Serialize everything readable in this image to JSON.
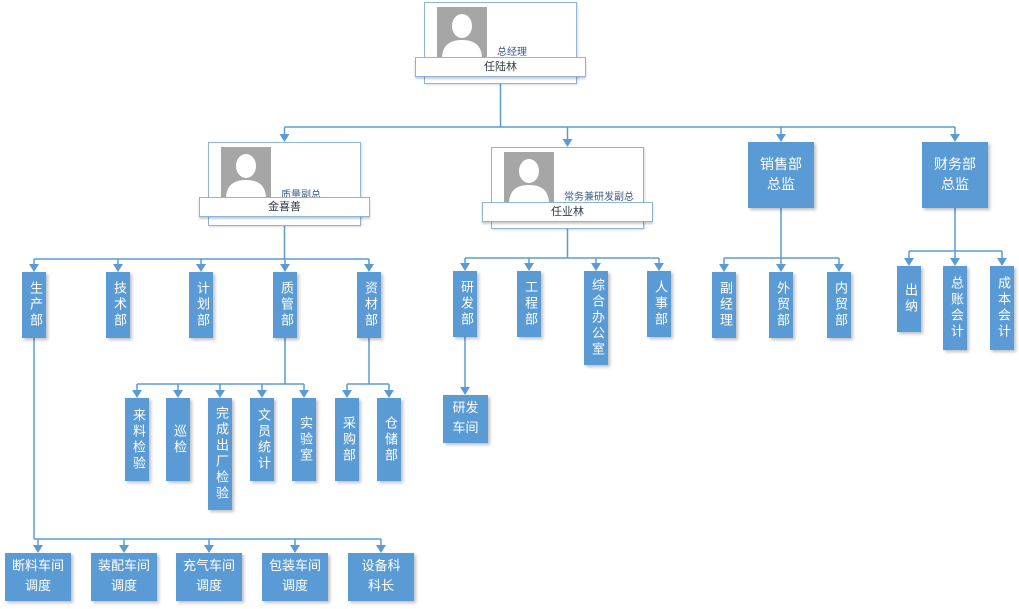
{
  "chart_data": {
    "type": "org-chart",
    "title": "",
    "colors": {
      "box": "#5b9bd5",
      "line": "#5b9bd5",
      "text": "#ffffff",
      "card_border": "#8eb4d8",
      "photo": "#a6a6a6"
    },
    "root": {
      "id": "gm",
      "role": "总经理",
      "name": "任陆林",
      "style": "card",
      "children": [
        {
          "id": "vp-quality",
          "role": "质量副总",
          "name": "金喜善",
          "style": "card",
          "children": [
            {
              "id": "production",
              "label": "生产部",
              "children": [
                {
                  "id": "cutting",
                  "label": "断料车间调度"
                },
                {
                  "id": "assembly",
                  "label": "装配车间调度"
                },
                {
                  "id": "inflation",
                  "label": "充气车间调度"
                },
                {
                  "id": "packaging",
                  "label": "包装车间调度"
                },
                {
                  "id": "equipment",
                  "label": "设备科科长"
                }
              ]
            },
            {
              "id": "tech",
              "label": "技术部"
            },
            {
              "id": "planning",
              "label": "计划部"
            },
            {
              "id": "qc",
              "label": "质管部",
              "children": [
                {
                  "id": "incoming",
                  "label": "来料检验"
                },
                {
                  "id": "patrol",
                  "label": "巡检"
                },
                {
                  "id": "final",
                  "label": "完成出厂检验"
                },
                {
                  "id": "clerk",
                  "label": "文员统计"
                },
                {
                  "id": "lab",
                  "label": "实验室"
                }
              ]
            },
            {
              "id": "materials",
              "label": "资材部",
              "children": [
                {
                  "id": "purchasing",
                  "label": "采购部"
                },
                {
                  "id": "warehouse",
                  "label": "仓储部"
                }
              ]
            }
          ]
        },
        {
          "id": "vp-exec",
          "role": "常务兼研发副总",
          "name": "任业林",
          "style": "card",
          "children": [
            {
              "id": "rd",
              "label": "研发部",
              "children": [
                {
                  "id": "rd-workshop",
                  "label": "研发车间"
                }
              ]
            },
            {
              "id": "engineering",
              "label": "工程部"
            },
            {
              "id": "admin",
              "label": "综合办公室"
            },
            {
              "id": "hr",
              "label": "人事部"
            }
          ]
        },
        {
          "id": "sales-dir",
          "label": "销售部总监",
          "children": [
            {
              "id": "deputy",
              "label": "副经理"
            },
            {
              "id": "foreign",
              "label": "外贸部"
            },
            {
              "id": "domestic",
              "label": "内贸部"
            }
          ]
        },
        {
          "id": "finance-dir",
          "label": "财务部总监",
          "children": [
            {
              "id": "cashier",
              "label": "出纳"
            },
            {
              "id": "gl-acct",
              "label": "总账会计"
            },
            {
              "id": "cost-acct",
              "label": "成本会计"
            }
          ]
        }
      ]
    }
  },
  "labels": {
    "gm_role": "总经理",
    "gm_name": "任陆林",
    "vpq_role": "质量副总",
    "vpq_name": "金喜善",
    "vpe_role": "常务兼研发副总",
    "vpe_name": "任业林",
    "sales": [
      "销售部",
      "总监"
    ],
    "finance": [
      "财务部",
      "总监"
    ],
    "rd_workshop": [
      "研发",
      "车间"
    ],
    "workshops": [
      [
        "断料车间",
        "调度"
      ],
      [
        "装配车间",
        "调度"
      ],
      [
        "充气车间",
        "调度"
      ],
      [
        "包装车间",
        "调度"
      ],
      [
        "设备科",
        "科长"
      ]
    ]
  }
}
